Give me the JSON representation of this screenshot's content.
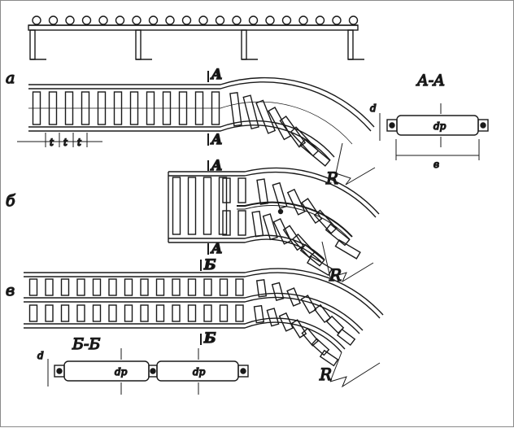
{
  "labels": {
    "variant_a": "а",
    "variant_b": "б",
    "variant_v": "в",
    "section_aa": "A-A",
    "section_bb": "Б-Б",
    "cut_a": "A",
    "cut_b": "Б",
    "pitch": "t",
    "radius": "R",
    "roller_diameter": "d",
    "roller_dp": "dp",
    "width": "в"
  },
  "colors": {
    "ink": "#1a1a1a",
    "background": "#ffffff"
  }
}
